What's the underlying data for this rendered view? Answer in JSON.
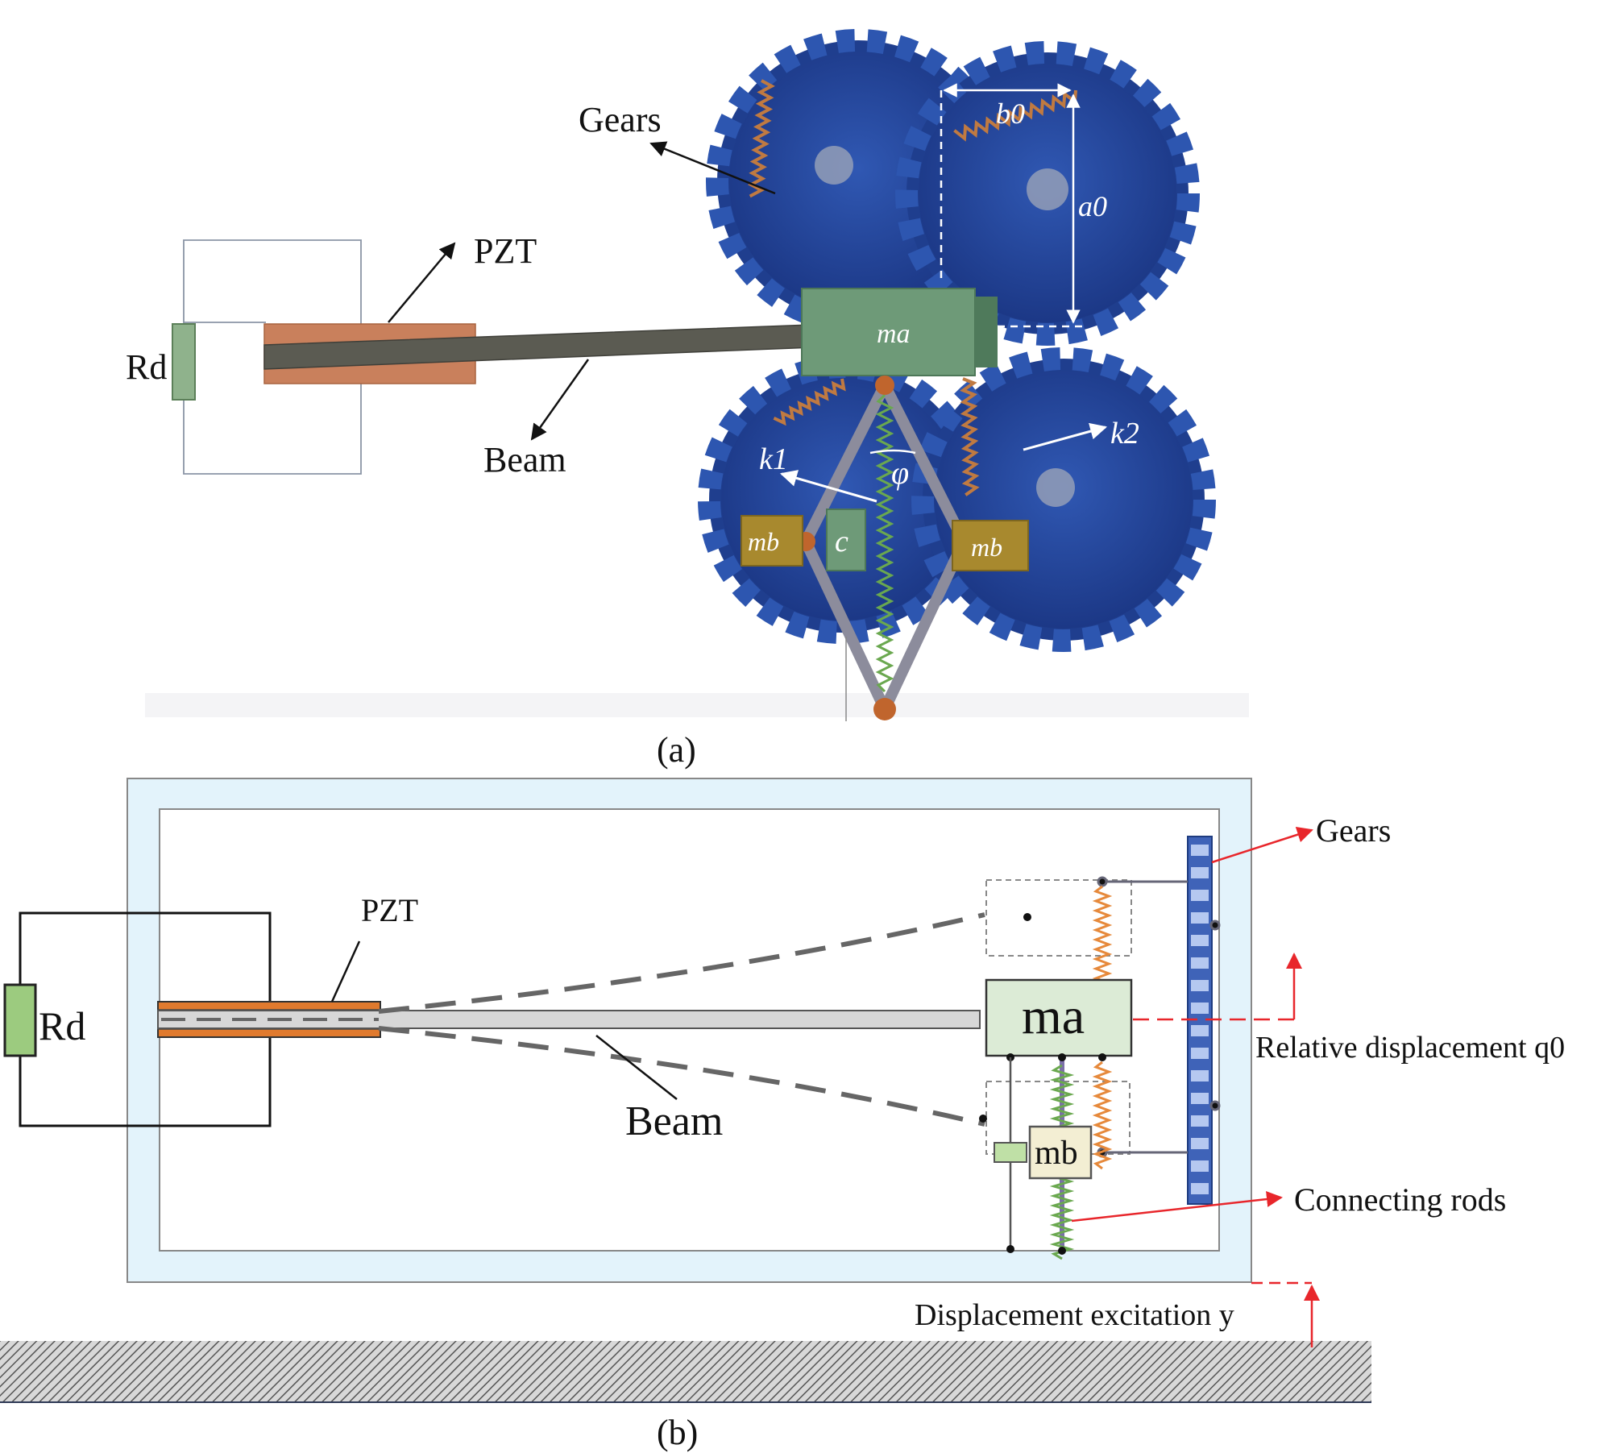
{
  "panel_a": {
    "caption": "(a)",
    "labels": {
      "gears": "Gears",
      "pzt": "PZT",
      "resistor": "Rd",
      "beam": "Beam",
      "mass_a": "ma",
      "b0": "b0",
      "a0": "a0",
      "k2": "k2",
      "k1": "k1",
      "phi": "φ",
      "mass_b_left": "mb",
      "damper": "c",
      "mass_b_right": "mb"
    }
  },
  "panel_b": {
    "caption": "(b)",
    "labels": {
      "gears": "Gears",
      "pzt": "PZT",
      "resistor": "Rd",
      "beam": "Beam",
      "mass_a": "ma",
      "mass_b": "mb",
      "relative_displacement": "Relative displacement q0",
      "connecting_rods": "Connecting rods",
      "displacement_excitation": "Displacement excitation y"
    }
  },
  "colors": {
    "gear_blue": "#1e3f8f",
    "spring_copper": "#b9743f",
    "mass_green": "#d3e3cf",
    "mass_gold": "#a88a2d",
    "pzt_orange": "#e07a2e",
    "frame_light_blue": "#e3f3fb",
    "annotation_red": "#e8262b"
  }
}
